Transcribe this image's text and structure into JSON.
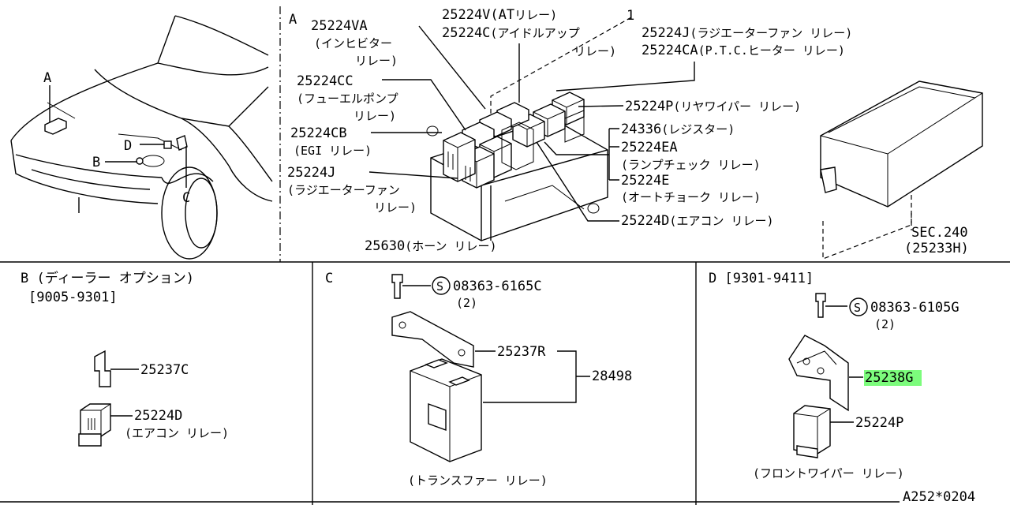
{
  "overview": {
    "section_label": "A",
    "car": {
      "label_a": "A",
      "label_b": "B",
      "label_c": "C",
      "label_d": "D"
    },
    "relays": [
      {
        "part": "25224VA",
        "desc": "(インヒビター",
        "desc2": "リレー)"
      },
      {
        "part": "25224V(AT",
        "desc": "リレー)"
      },
      {
        "part": "25224C",
        "desc": "(アイドルアップ",
        "desc2": "リレー)"
      },
      {
        "part": "25224J",
        "desc": "(ラジエーターファン リレー)"
      },
      {
        "part": "25224CA",
        "desc": "(P.T.C.ヒーター リレー)"
      },
      {
        "part": "25224CC",
        "desc": "(フューエルポンプ",
        "desc2": "リレー)"
      },
      {
        "part": "25224P",
        "desc": "(リヤワイパー リレー)"
      },
      {
        "part": "25224CB",
        "desc": "(EGI リレー)"
      },
      {
        "part": "24336",
        "desc": "(レジスター)"
      },
      {
        "part": "25224EA",
        "desc": "(ランプチェック リレー)"
      },
      {
        "part": "25224J",
        "desc": "(ラジエーターファン",
        "desc2": "リレー)"
      },
      {
        "part": "25224E",
        "desc": "(オートチョーク リレー)"
      },
      {
        "part": "25224D",
        "desc": "(エアコン リレー)"
      },
      {
        "part": "25630",
        "desc": "(ホーン リレー)"
      }
    ],
    "callout_1": "1",
    "cover": {
      "sec": "SEC.240",
      "part": "(25233H)"
    }
  },
  "panel_b": {
    "title": "B (ディーラー オプション)",
    "date_range": "[9005-9301]",
    "parts": [
      {
        "part": "25237C"
      },
      {
        "part": "25224D",
        "desc": "(エアコン リレー)"
      }
    ]
  },
  "panel_c": {
    "title": "C",
    "bolt": {
      "symbol": "S",
      "part": "08363-6165C",
      "qty": "(2)"
    },
    "parts": [
      {
        "part": "25237R"
      },
      {
        "part": "28498"
      }
    ],
    "caption": "(トランスファー リレー)"
  },
  "panel_d": {
    "title": "D [9301-9411]",
    "bolt": {
      "symbol": "S",
      "part": "08363-6105G",
      "qty": "(2)"
    },
    "bracket": {
      "part_highlight": "25238",
      "part_suffix": "G"
    },
    "relay": {
      "part": "25224P"
    },
    "caption": "(フロントワイパー リレー)"
  },
  "footer": {
    "ref": "A252*0204"
  },
  "colors": {
    "highlight": "#7CFC7C",
    "line": "#000000",
    "background": "#ffffff"
  }
}
